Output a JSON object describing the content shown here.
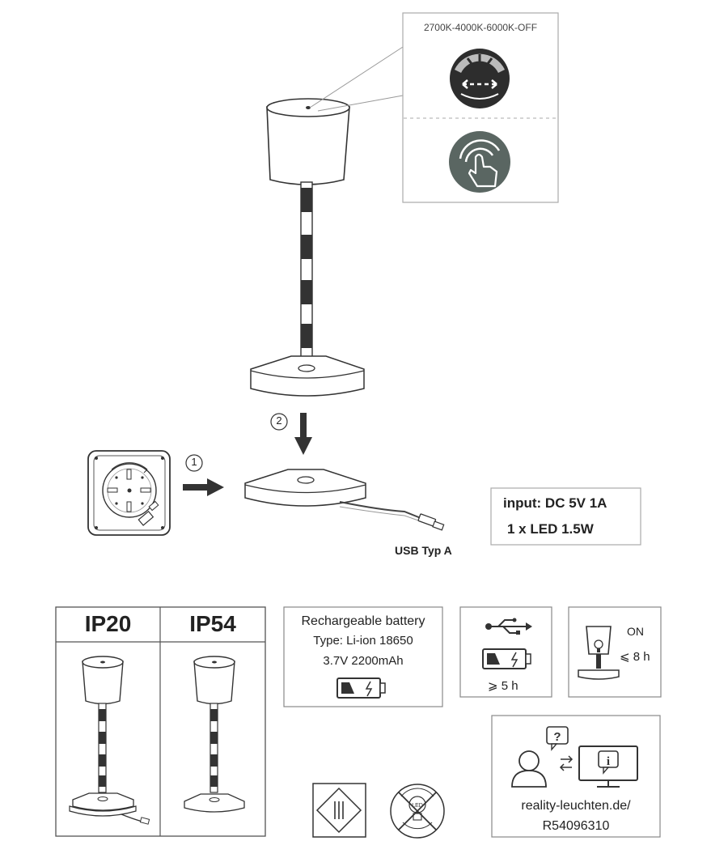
{
  "colortemp_label": "2700K-4000K-6000K-OFF",
  "steps": {
    "step1": "1",
    "step2": "2"
  },
  "usb_label": "USB Typ A",
  "specs": {
    "input": "input: DC 5V 1A",
    "led": "1 x LED 1.5W"
  },
  "ip": {
    "ip20": "IP20",
    "ip54": "IP54"
  },
  "battery": {
    "title": "Rechargeable battery",
    "type": "Type: Li-ion 18650",
    "capacity": "3.7V 2200mAh"
  },
  "charge_time": "⩾ 5 h",
  "runtime": {
    "on": "ON",
    "hours": "⩽ 8 h"
  },
  "info": {
    "url": "reality-leuchten.de/",
    "code": "R54096310"
  },
  "icons": {
    "dimmer": "dimmer-ring-icon",
    "touch": "touch-icon",
    "usb": "usb-symbol-icon",
    "battery": "battery-charge-icon",
    "lamp": "lamp-on-icon",
    "class3": "protection-class-iii-icon",
    "led_replace": "led-not-replaceable-icon",
    "support": "user-support-icon"
  },
  "colors": {
    "line": "#8c8c8c",
    "dark": "#333333",
    "touch_bg": "#5a6662",
    "dimmer_bg": "#2d2d2d"
  }
}
